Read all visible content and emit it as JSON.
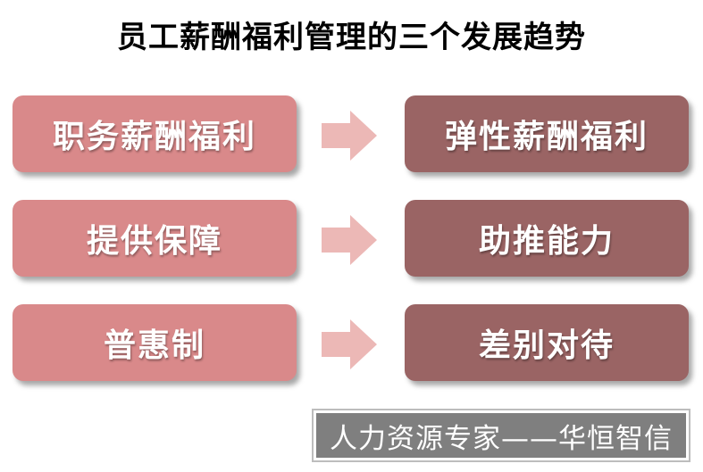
{
  "title": "员工薪酬福利管理的三个发展趋势",
  "rows": [
    {
      "from": "职务薪酬福利",
      "to": "弹性薪酬福利"
    },
    {
      "from": "提供保障",
      "to": "助推能力"
    },
    {
      "from": "普惠制",
      "to": "差别对待"
    }
  ],
  "brand": "人力资源专家——华恒智信",
  "colors": {
    "left_box": "#d9898a",
    "right_box": "#9a6464",
    "arrow": "#ecb8b6"
  }
}
